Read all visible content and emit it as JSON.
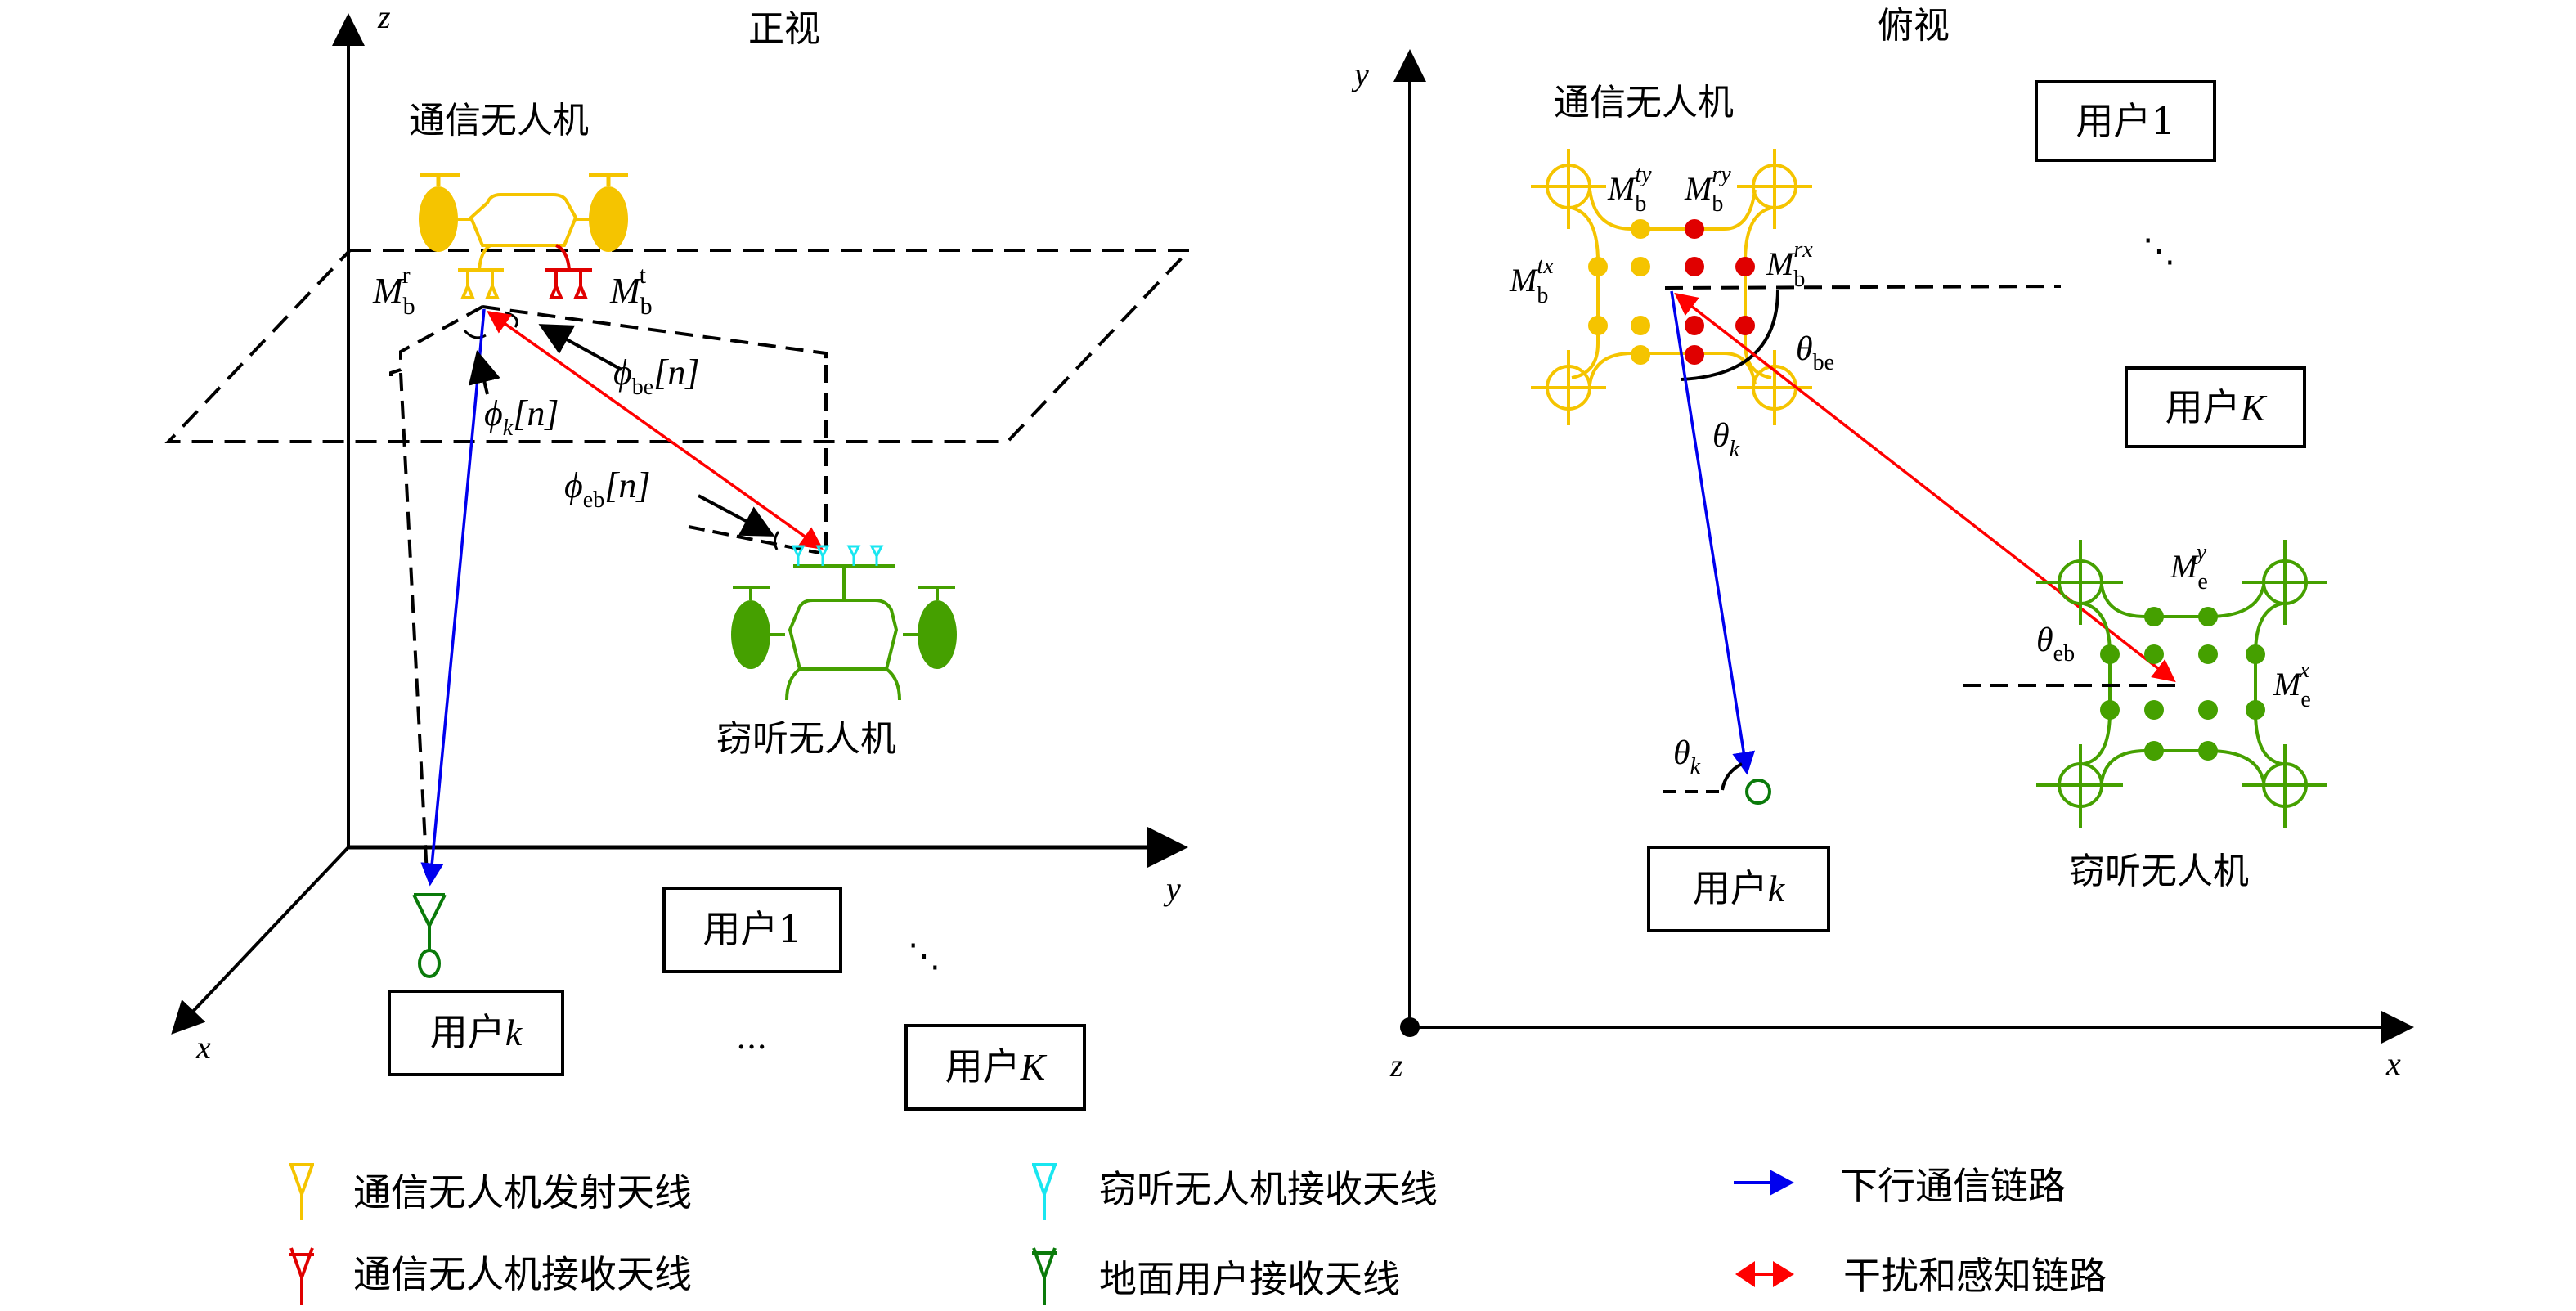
{
  "front_view": {
    "title": "正视",
    "axes": {
      "z": "z",
      "y": "y",
      "x": "x"
    },
    "comm_uav_label": "通信无人机",
    "eave_uav_label": "窃听无人机",
    "mb_r": {
      "base": "M",
      "sub": "b",
      "sup": "r"
    },
    "mb_t": {
      "base": "M",
      "sub": "b",
      "sup": "t"
    },
    "phi_be": {
      "base": "ϕ",
      "sub": "be",
      "arg": "[n]"
    },
    "phi_k": {
      "base": "ϕ",
      "sub": "k",
      "arg": "[n]"
    },
    "phi_eb": {
      "base": "ϕ",
      "sub": "eb",
      "arg": "[n]"
    },
    "users": [
      {
        "label": "用户",
        "index": "1"
      },
      {
        "label": "用户",
        "index": "k"
      },
      {
        "label": "用户",
        "index": "K"
      }
    ],
    "ellipsis_diag": "⋱",
    "ellipsis_h": "···"
  },
  "top_view": {
    "title": "俯视",
    "axes": {
      "y": "y",
      "x": "x",
      "z": "z"
    },
    "comm_uav_label": "通信无人机",
    "eave_uav_label": "窃听无人机",
    "mb_ty": {
      "base": "M",
      "sub": "b",
      "sup": "ty"
    },
    "mb_ry": {
      "base": "M",
      "sub": "b",
      "sup": "ry"
    },
    "mb_tx": {
      "base": "M",
      "sub": "b",
      "sup": "tx"
    },
    "mb_rx": {
      "base": "M",
      "sub": "b",
      "sup": "rx"
    },
    "me_y": {
      "base": "M",
      "sub": "e",
      "sup": "y"
    },
    "me_x": {
      "base": "M",
      "sub": "e",
      "sup": "x"
    },
    "theta_be": {
      "base": "θ",
      "sub": "be"
    },
    "theta_k_top": {
      "base": "θ",
      "sub": "k"
    },
    "theta_k_user": {
      "base": "θ",
      "sub": "k"
    },
    "theta_eb": {
      "base": "θ",
      "sub": "eb"
    },
    "users": [
      {
        "label": "用户",
        "index": "1"
      },
      {
        "label": "用户",
        "index": "K"
      },
      {
        "label": "用户",
        "index": "k"
      }
    ],
    "ellipsis_diag": "⋱"
  },
  "legend": [
    {
      "label": "通信无人机发射天线",
      "icon": "antenna-icon",
      "color": "#F5C400"
    },
    {
      "label": "通信无人机接收天线",
      "icon": "antenna-icon",
      "color": "#E00000"
    },
    {
      "label": "窃听无人机接收天线",
      "icon": "antenna-icon",
      "color": "#19E6F0"
    },
    {
      "label": "地面用户接收天线",
      "icon": "antenna-icon",
      "color": "#0A7A0A"
    },
    {
      "label": "下行通信链路",
      "icon": "arrow-right-icon",
      "color": "#0000EE"
    },
    {
      "label": "干扰和感知链路",
      "icon": "double-arrow-icon",
      "color": "#FF0000"
    }
  ],
  "colors": {
    "comm_uav": "#F5C400",
    "comm_rx": "#E00000",
    "eave_uav": "#45A000",
    "eave_rx": "#19E6F0",
    "user": "#0A7A0A",
    "downlink": "#0000EE",
    "interference": "#FF0000"
  }
}
